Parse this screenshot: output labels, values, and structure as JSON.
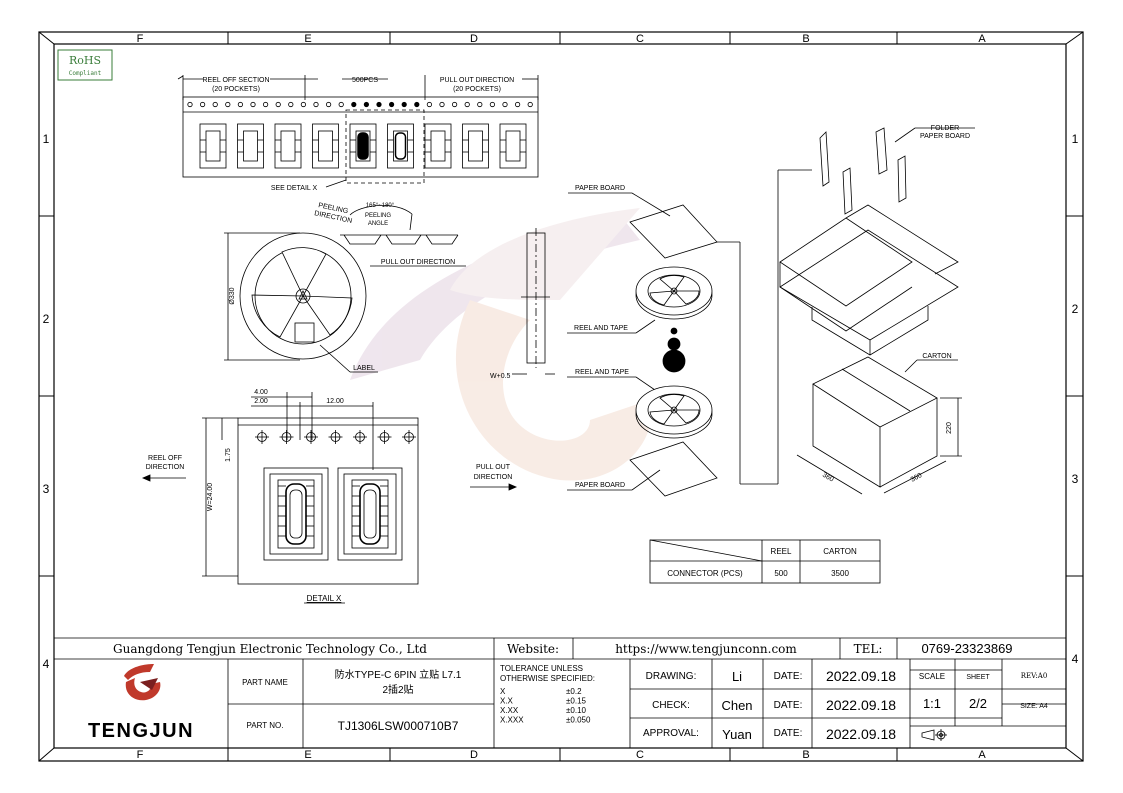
{
  "frame": {
    "col_labels": [
      "F",
      "E",
      "D",
      "C",
      "B",
      "A"
    ],
    "row_labels": [
      "1",
      "2",
      "3",
      "4"
    ]
  },
  "rohs": {
    "title": "RoHS",
    "subtitle": "Compliant"
  },
  "tape": {
    "reel_off_section": "REEL OFF SECTION",
    "reel_off_pockets": "(20 POCKETS)",
    "qty": "500PCS",
    "pull_out_direction": "PULL OUT DIRECTION",
    "pull_out_pockets": "(20 POCKETS)",
    "see_detail": "SEE DETAIL X"
  },
  "reel": {
    "peeling_direction_1": "PEELING",
    "peeling_direction_2": "DIRECTION",
    "peeling_angle_value": "165°~180°",
    "peeling_angle_1": "PEELING",
    "peeling_angle_2": "ANGLE",
    "pull_out": "PULL OUT DIRECTION",
    "diameter": "Ø330",
    "label": "LABEL"
  },
  "detail": {
    "dim_4": "4.00",
    "dim_2": "2.00",
    "dim_12": "12.00",
    "dim_175": "1.75",
    "dim_w": "W=24.00",
    "reel_off_1": "REEL OFF",
    "reel_off_2": "DIRECTION",
    "pull_out_1": "PULL OUT",
    "pull_out_2": "DIRECTION",
    "title": "DETAIL X",
    "width_label": "W+0.5"
  },
  "packing": {
    "paper_board_top": "PAPER BOARD",
    "reel_and_tape_1": "REEL AND TAPE",
    "reel_and_tape_2": "REEL AND TAPE",
    "paper_board_bottom": "PAPER BOARD",
    "folder_1": "FOLDER",
    "folder_2": "PAPER BOARD",
    "carton": "CARTON",
    "dim_220": "220",
    "dim_360a": "360",
    "dim_360b": "360"
  },
  "qty_table": {
    "col_reel": "REEL",
    "col_carton": "CARTON",
    "row_label": "CONNECTOR (PCS)",
    "reel_value": "500",
    "carton_value": "3500"
  },
  "title_block": {
    "company": "Guangdong Tengjun Electronic Technology Co., Ltd",
    "website_label": "Website:",
    "website": "https://www.tengjunconn.com",
    "tel_label": "TEL:",
    "tel": "0769-23323869",
    "brand": "TENGJUN",
    "part_name_label": "PART NAME",
    "part_name_1": "防水TYPE-C 6PIN 立贴 L7.1",
    "part_name_2": "2插2贴",
    "part_no_label": "PART NO.",
    "part_no": "TJ1306LSW000710B7",
    "tol_1": "TOLERANCE  UNLESS",
    "tol_2": "OTHERWISE  SPECIFIED:",
    "tol_rows": [
      [
        "X",
        "±0.2"
      ],
      [
        "X.X",
        "±0.15"
      ],
      [
        "X.XX",
        "±0.10"
      ],
      [
        "X.XXX",
        "±0.050"
      ]
    ],
    "drawing_label": "DRAWING:",
    "drawing": "Li",
    "check_label": "CHECK:",
    "check": "Chen",
    "approval_label": "APPROVAL:",
    "approval": "Yuan",
    "date_label": "DATE:",
    "date": "2022.09.18",
    "scale_label": "SCALE",
    "scale": "1:1",
    "sheet_label": "SHEET",
    "sheet": "2/2",
    "rev": "REV:A0",
    "size": "SIZE: A4"
  },
  "colors": {
    "logo_red": "#c0392b",
    "watermark": "#e8dde6"
  }
}
